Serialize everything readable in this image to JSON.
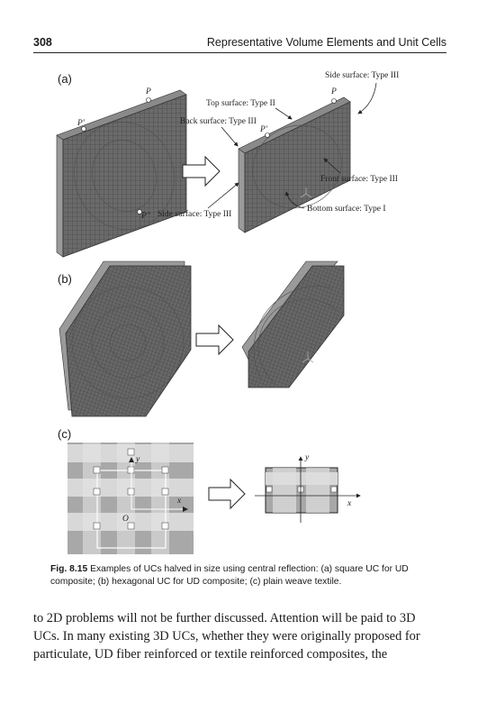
{
  "header": {
    "page_number": "308",
    "running_title": "Representative Volume Elements and Unit Cells"
  },
  "figure": {
    "panel_a_label": "(a)",
    "panel_b_label": "(b)",
    "panel_c_label": "(c)",
    "labels_a": {
      "side_top": "Side surface: Type III",
      "top": "Top surface: Type II",
      "back": "Back surface: Type III",
      "front": "Front surface: Type III",
      "bottom": "Bottom surface: Type I",
      "side_bottom": "Side surface: Type III",
      "p": "P",
      "p_prime": "P'",
      "p_dprime": "P''"
    },
    "labels_c": {
      "y": "y",
      "x": "x",
      "o": "O"
    }
  },
  "caption": {
    "number": "Fig. 8.15",
    "text": "Examples of UCs halved in size using central reflection: (a) square UC for UD composite; (b) hexagonal UC for UD composite; (c) plain weave textile."
  },
  "body": {
    "line1": "to 2D problems will not be further discussed. Attention will be paid to 3D",
    "line2": "UCs. In many existing 3D UCs, whether they were originally proposed for",
    "line3": "particulate, UD fiber reinforced or textile reinforced composites, the"
  },
  "colors": {
    "mesh_fill": "#6a6a6a",
    "mesh_dark": "#4a4a4a",
    "weave_light": "#d8d8d8",
    "weave_mid": "#a8a8a8"
  }
}
